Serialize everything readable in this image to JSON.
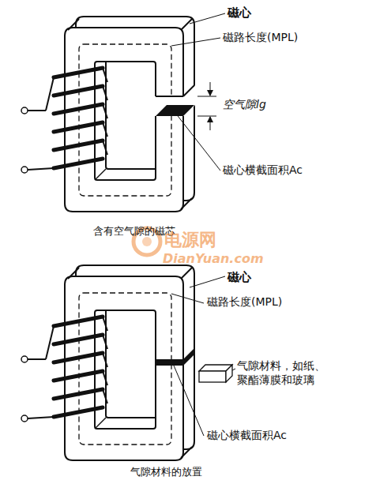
{
  "diagram": {
    "labels": [
      "磁心",
      "磁路长度(MPL)",
      "空气隙lg",
      "磁心横截面积Ac",
      "含有空气隙的磁芯",
      "电源网",
      "DianYuan.com",
      "磁心",
      "磁路长度(MPL)",
      "气隙材料，如纸、 聚酯薄膜和玻璃",
      "磁心横截面积Ac",
      "气隙材料的放置"
    ]
  }
}
